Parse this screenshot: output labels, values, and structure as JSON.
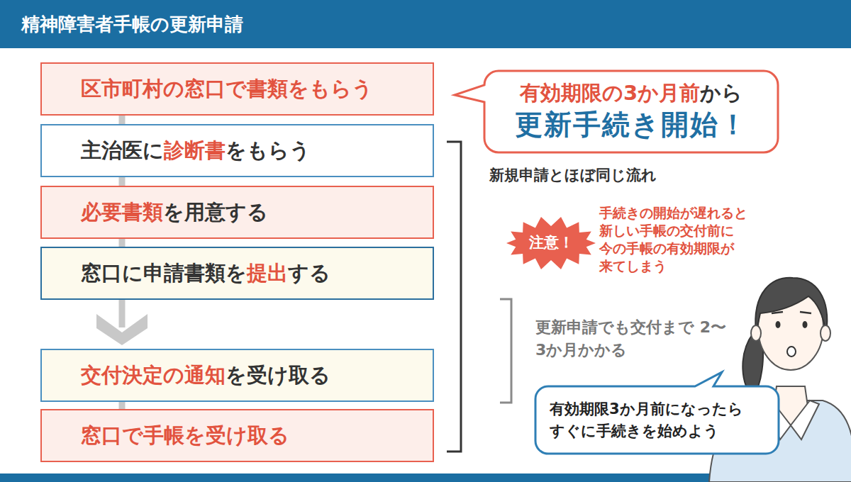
{
  "diagram": {
    "title": "精神障害者手帳の更新申請",
    "nodes": [
      {
        "text": [
          "区市町村の窓口で書類をもらう"
        ]
      },
      {
        "text": [
          "主治医に診断書をもらう"
        ]
      },
      {
        "text": [
          "必要書類を用意する"
        ]
      },
      {
        "text": [
          "窓口に申請書類を提出する"
        ]
      },
      {
        "text": [
          "交付決定の通知を受け取る"
        ]
      },
      {
        "text": [
          "窓口で手帳を受け取る"
        ]
      },
      {
        "text": [
          "有効期限の3か月前から",
          "更新手続き開始！"
        ]
      },
      {
        "text": [
          "注意！"
        ]
      },
      {
        "text": [
          "有効期限3か月前になったら すぐに手続きを始めよう"
        ]
      }
    ],
    "edges": [
      {
        "from": 0,
        "to": 1,
        "arrow": "none"
      },
      {
        "from": 1,
        "to": 2,
        "arrow": "none"
      },
      {
        "from": 2,
        "to": 3,
        "arrow": "none"
      },
      {
        "from": 3,
        "to": 4,
        "arrow": "to"
      },
      {
        "from": 4,
        "to": 5,
        "arrow": "none"
      }
    ],
    "labels": [
      "新規申請とほぼ同じ流れ",
      "手続きの開始が遅れると 新しい手帳の交付前に 今の手帳の有効期限が 来てしまう",
      "更新申請でも交付まで 2〜3か月かかる"
    ]
  }
}
